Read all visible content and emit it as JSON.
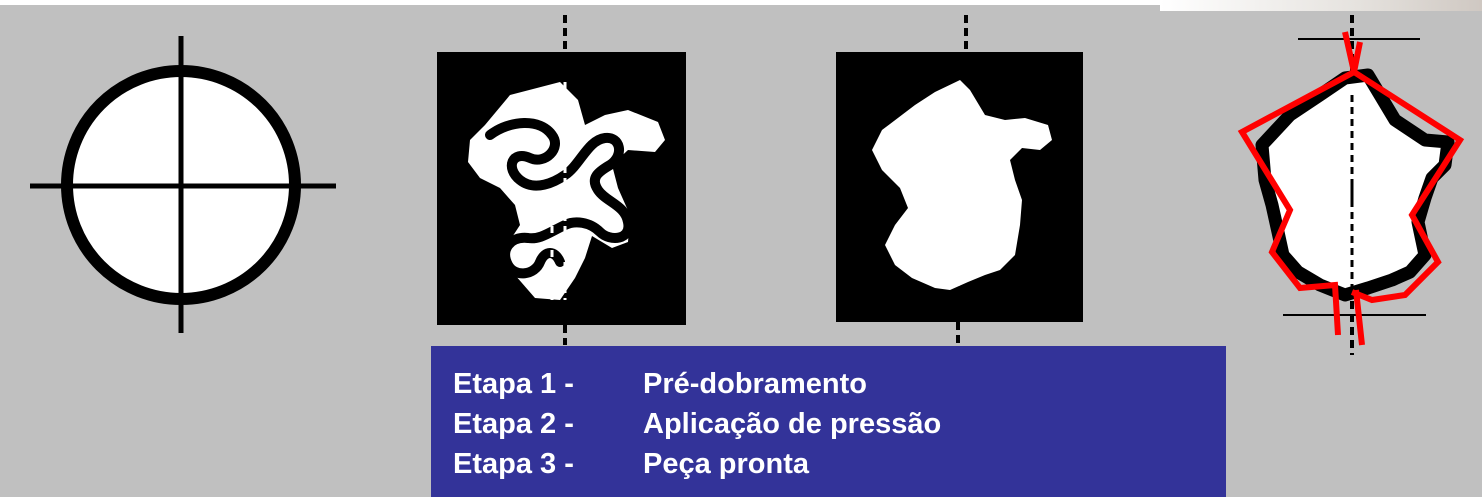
{
  "colors": {
    "background": "#c0c0c0",
    "shape_fill": "#000000",
    "part_fill": "#ffffff",
    "outline_red": "#ff0000",
    "legend_box": "#333399",
    "legend_text": "#ffffff"
  },
  "icons": [
    "circle-blank-with-crosshair",
    "pre-bent-blank",
    "pressed-blank",
    "finished-part-with-red-profile"
  ],
  "legend": {
    "stages": [
      {
        "number": "Etapa 1 -",
        "description": "Pré-dobramento"
      },
      {
        "number": "Etapa 2 -",
        "description": "Aplicação de pressão"
      },
      {
        "number": "Etapa 3 -",
        "description": "Peça pronta"
      }
    ]
  }
}
